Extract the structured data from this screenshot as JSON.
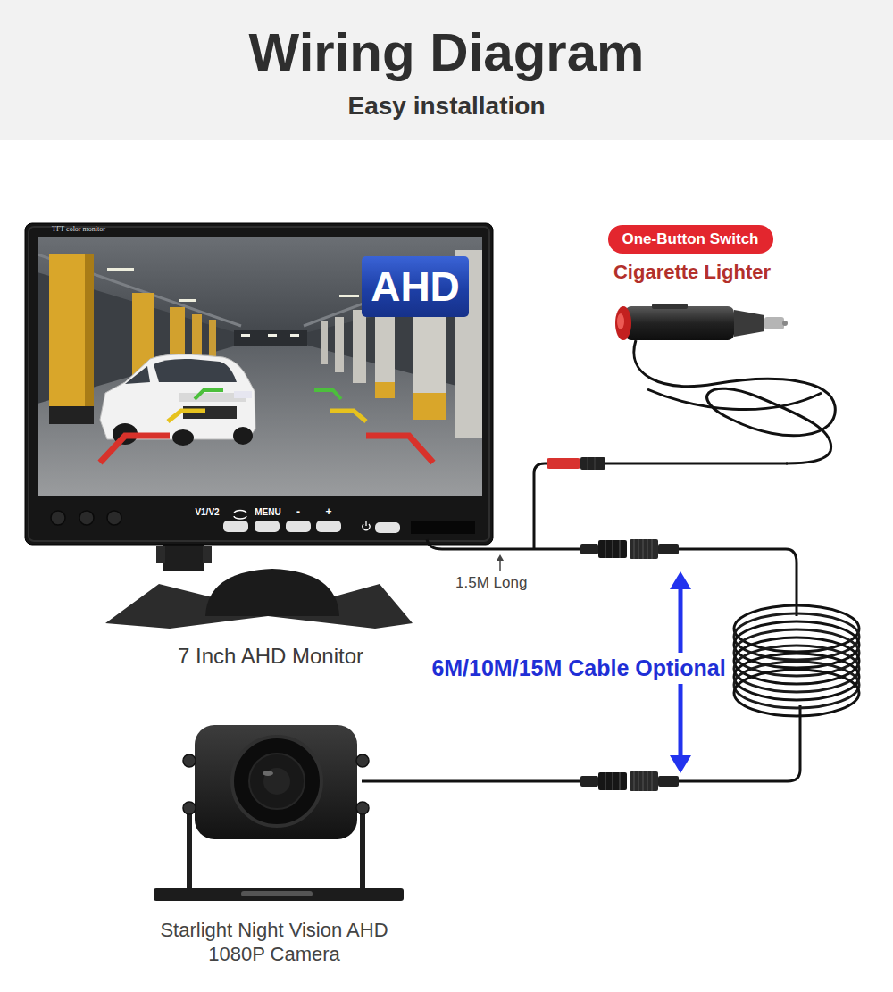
{
  "diagram": {
    "title": "Wiring Diagram",
    "nodes": [
      {
        "text": [
          "One-Button Switch"
        ]
      },
      {
        "text": [
          "AHD"
        ]
      }
    ],
    "labels": [
      "Easy installation",
      "TFT color monitor",
      "V1/V2",
      "MENU",
      "-",
      "+",
      "Cigarette Lighter",
      "1.5M Long",
      "7 Inch AHD Monitor",
      "6M/10M/15M Cable Optional",
      "Starlight Night Vision AHD 1080P Camera"
    ]
  }
}
